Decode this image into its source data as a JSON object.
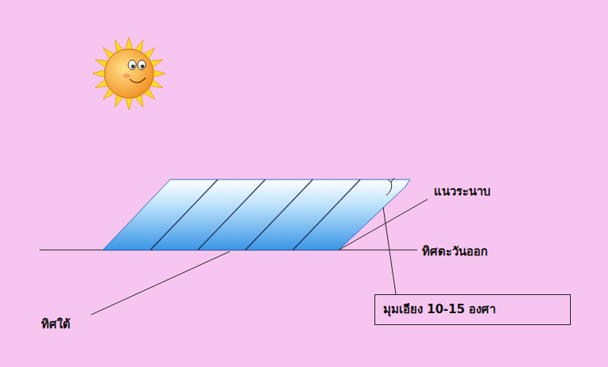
{
  "diagram": {
    "nodes": [
      {
        "text": [
          "มุมเอียง 10-15 องศา"
        ]
      }
    ],
    "labels": [
      "แนวระนาบ",
      "ทิศตะวันออก",
      "ทิศใต้"
    ]
  }
}
